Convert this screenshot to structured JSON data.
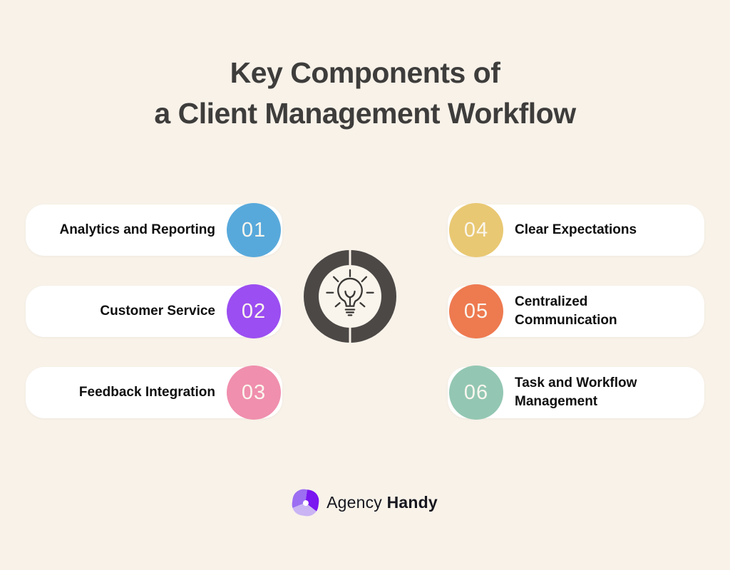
{
  "title": {
    "line1": "Key Components of",
    "line2": "a Client Management Workflow"
  },
  "cards": {
    "left": [
      {
        "number": "01",
        "label": "Analytics and Reporting",
        "circle_color": "#58a9db"
      },
      {
        "number": "02",
        "label": "Customer Service",
        "circle_color": "#9b4ef1"
      },
      {
        "number": "03",
        "label": "Feedback Integration",
        "circle_color": "#f08fae"
      }
    ],
    "right": [
      {
        "number": "04",
        "label": "Clear Expectations",
        "circle_color": "#e9c873"
      },
      {
        "number": "05",
        "label": "Centralized Communication",
        "circle_color": "#ee7a50"
      },
      {
        "number": "06",
        "label": "Task and Workflow Management",
        "circle_color": "#93c7b3"
      }
    ]
  },
  "center": {
    "icon": "lightbulb-icon",
    "ring_color": "#4b4846",
    "inner_color": "#faf5ec",
    "gap_color": "#f8f2e9"
  },
  "footer": {
    "brand_regular": "Agency",
    "brand_bold": "Handy",
    "logo_colors": {
      "purple_vivid": "#7a16f0",
      "purple_mid": "#9c6ef2",
      "purple_light": "#cab4f4"
    }
  },
  "colors": {
    "background": "#f8f2e9",
    "card_background": "#ffffff",
    "title_text": "#3e3d3c",
    "label_text": "#0f0f0f",
    "number_text": "#faf6ee",
    "brand_text": "#17171f",
    "bulb_stroke": "#3a3836"
  }
}
